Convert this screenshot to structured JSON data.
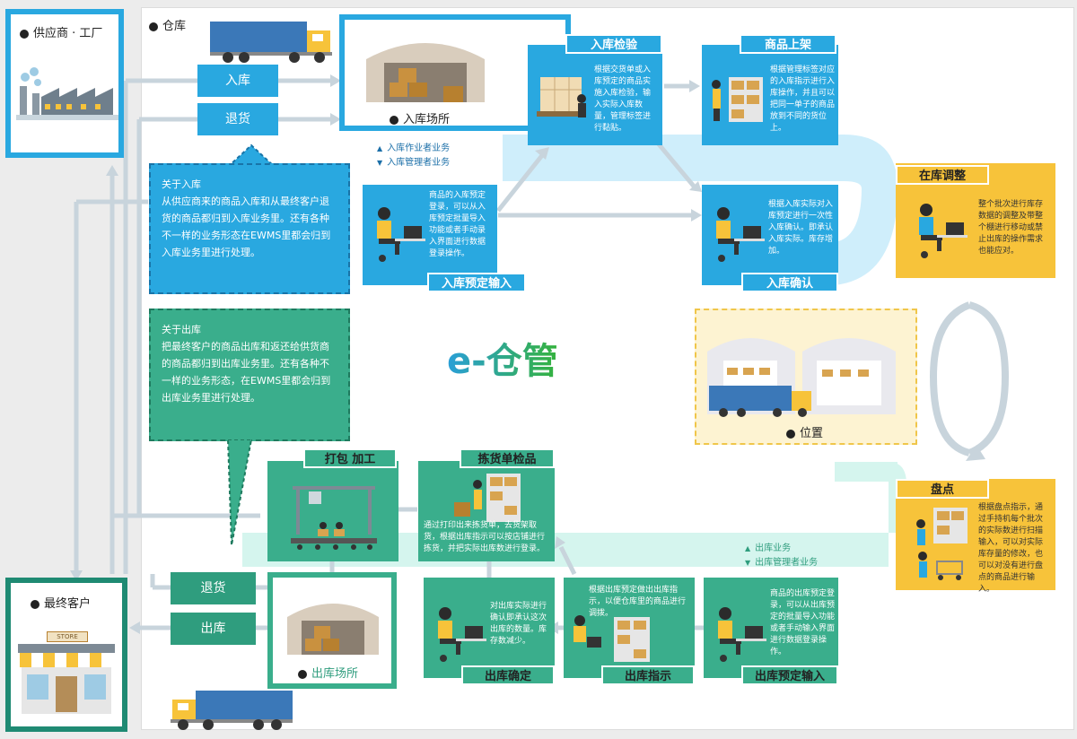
{
  "supplier": {
    "label": "供应商 · 工厂"
  },
  "warehouse": {
    "label": "仓库"
  },
  "customer": {
    "label": "最终客户",
    "store_sign": "STORE"
  },
  "inbound": {
    "in_button": "入库",
    "return_button": "退货",
    "place_label": "入库场所",
    "note_title": "关于入库",
    "note_text": "从供应商来的商品入库和从最终客户退货的商品都归到入库业务里。还有各种不一样的业务形态在EWMS里都会归到入库业务里进行处理。",
    "legend_worker": "入库作业者业务",
    "legend_manager": "入库管理者业务",
    "inspect": {
      "title": "入库检验",
      "text": "根据交货单或入库预定的商品实施入库检验，输入实际入库数量，管理标签进行黏贴。"
    },
    "shelving": {
      "title": "商品上架",
      "text": "根据管理标签对应的入库指示进行入库操作，并且可以把同一单子的商品放到不同的货位上。"
    },
    "plan_input": {
      "title": "入库预定输入",
      "text": "商品的入库预定登录，可以从入库预定批量导入功能或者手动录入界面进行数据登录操作。"
    },
    "confirm": {
      "title": "入库确认",
      "text": "根据入库实际对入库预定进行一次性入库确认。即承认入库实际。库存增加。"
    }
  },
  "inventory": {
    "adjust": {
      "title": "在库调整",
      "text": "整个批次进行库存数据的调整及带整个棚进行移动或禁止出库的操作需求也能应对。"
    },
    "location_label": "位置",
    "count": {
      "title": "盘点",
      "text": "根据盘点指示，通过手持机每个批次的实际数进行扫描输入，可以对实际库存量的修改，也可以对没有进行盘点的商品进行输入。"
    }
  },
  "logo": {
    "text": "e-仓管"
  },
  "outbound": {
    "note_title": "关于出库",
    "note_text": "把最终客户的商品出库和返还给供货商的商品都归到出库业务里。还有各种不一样的业务形态，在EWMS里都会归到出库业务里进行处理。",
    "legend_worker": "出库业务",
    "legend_manager": "出库管理者业务",
    "pack": {
      "title": "打包 加工"
    },
    "pick": {
      "title": "拣货单检品",
      "text": "通过打印出来拣货单，去货架取货，根据出库指示可以按店铺进行拣货，并把实际出库数进行登录。"
    },
    "confirm": {
      "title": "出库确定",
      "text": "对出库实际进行确认即承认这次出库的数量。库存数减少。"
    },
    "instruct": {
      "title": "出库指示",
      "text": "根据出库预定做出出库指示，以便仓库里的商品进行调拨。"
    },
    "plan_input": {
      "title": "出库预定输入",
      "text": "商品的出库预定登录，可以从出库预定的批量导入功能或者手动输入界面进行数据登录操作。"
    },
    "return_button": "退货",
    "out_button": "出库",
    "place_label": "出库场所"
  },
  "colors": {
    "blue": "#29a8e0",
    "green": "#3aae8c",
    "yellow": "#f7c33a"
  }
}
